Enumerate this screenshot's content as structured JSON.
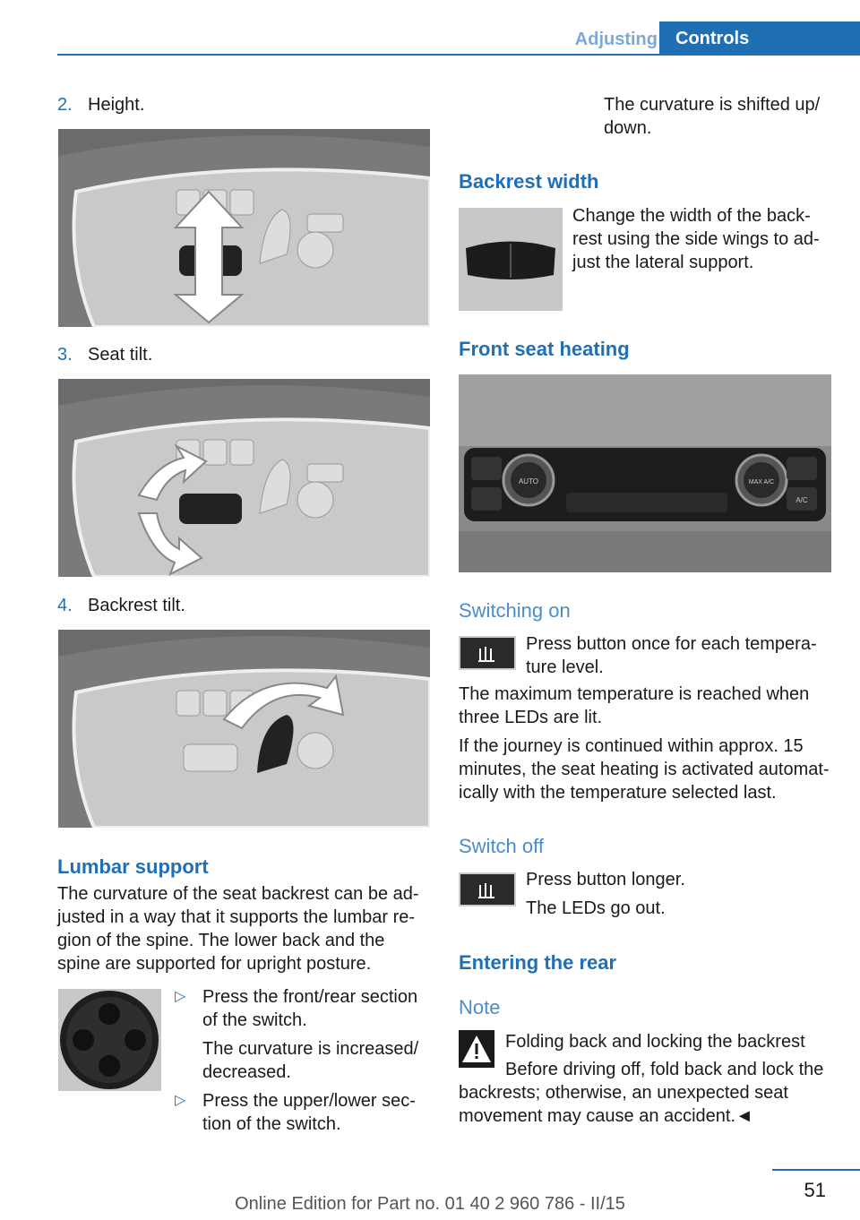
{
  "header": {
    "tab_inactive": "Adjusting",
    "tab_active": "Controls"
  },
  "left": {
    "steps": [
      {
        "num": "2.",
        "label": "Height."
      },
      {
        "num": "3.",
        "label": "Seat tilt."
      },
      {
        "num": "4.",
        "label": "Backrest tilt."
      }
    ],
    "lumbar": {
      "title": "Lumbar support",
      "body": [
        "The curvature of the seat backrest can be ad-",
        "justed in a way that it supports the lumbar re-",
        "gion of the spine. The lower back and the",
        "spine are supported for upright posture."
      ],
      "bullet1": [
        "Press the front/rear section",
        "of the switch."
      ],
      "bullet1_note": [
        "The curvature is increased/",
        "decreased."
      ],
      "bullet2": [
        "Press the upper/lower sec-",
        "tion of the switch."
      ],
      "bullet_marker": "▷"
    }
  },
  "right": {
    "cont": [
      "The curvature is shifted up/",
      "down."
    ],
    "backrest_width": {
      "title": "Backrest width",
      "body": [
        "Change the width of the back-",
        "rest using the side wings to ad-",
        "just the lateral support."
      ]
    },
    "seat_heating": {
      "title": "Front seat heating",
      "panel_buttons": [
        "AUTO",
        "MAX A/C",
        "A/C"
      ]
    },
    "switching_on": {
      "title": "Switching on",
      "body": [
        "Press button once for each tempera-",
        "ture level."
      ],
      "p1": [
        "The maximum temperature is reached when",
        "three LEDs are lit."
      ],
      "p2": [
        "If the journey is continued within approx. 15",
        "minutes, the seat heating is activated automat-",
        "ically with the temperature selected last."
      ]
    },
    "switch_off": {
      "title": "Switch off",
      "l1": "Press button longer.",
      "l2": "The LEDs go out."
    },
    "entering_rear": {
      "title": "Entering the rear",
      "note_title": "Note",
      "warn_head": "Folding back and locking the backrest",
      "warn_lines": [
        "Before driving off, fold back and lock the",
        "backrests; otherwise, an unexpected seat",
        "movement may cause an accident.◄"
      ]
    }
  },
  "footer": {
    "page": "51",
    "edition": "Online Edition for Part no. 01 40 2 960 786 - II/15"
  }
}
